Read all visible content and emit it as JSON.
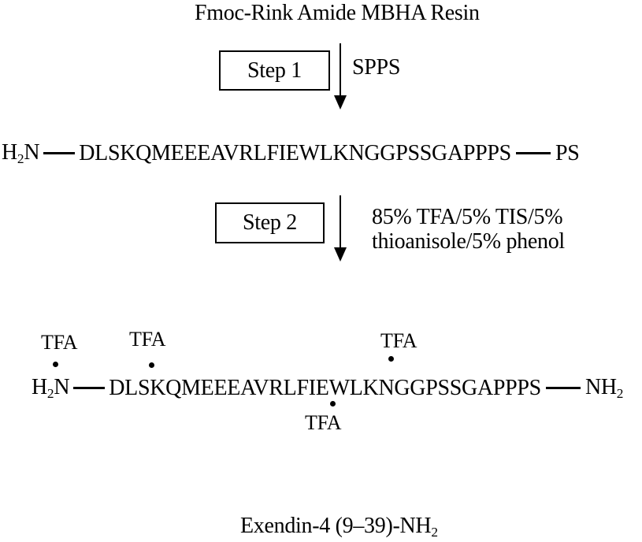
{
  "scheme": {
    "title": "Fmoc-Rink Amide MBHA Resin",
    "step1": {
      "box_label": "Step 1",
      "arrow_label": "SPPS"
    },
    "intermediate": {
      "n_terminus_main": "H",
      "n_terminus_sub": "2",
      "n_terminus_end": "N",
      "sequence": "DLSKQMEEEAVRLFIEWLKNGGPSSGAPPPS",
      "c_terminus": "PS"
    },
    "step2": {
      "box_label": "Step 2",
      "reagents_line1": "85% TFA/5% TIS/5%",
      "reagents_line2": "thioanisole/5% phenol"
    },
    "product": {
      "n_terminus_main": "H",
      "n_terminus_sub": "2",
      "n_terminus_end": "N",
      "sequence": "DLSKQMEEEAVRLFIEWLKNGGPSSGAPPPS",
      "c_terminus_main": "NH",
      "c_terminus_sub": "2",
      "tfa_markers": [
        {
          "label": "TFA"
        },
        {
          "label": "TFA"
        },
        {
          "label": "TFA"
        },
        {
          "label": "TFA"
        }
      ]
    },
    "caption_main": "Exendin-4 (9–39)-NH",
    "caption_sub": "2",
    "colors": {
      "ink": "#000000",
      "background": "#ffffff"
    }
  }
}
